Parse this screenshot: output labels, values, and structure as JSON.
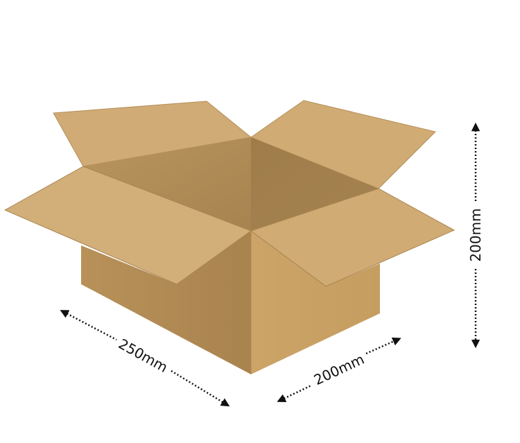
{
  "figure": {
    "subject": "Open corrugated cardboard box with dimension annotations",
    "dimensions": {
      "length": {
        "label": "250mm",
        "axis": "front-left edge"
      },
      "width": {
        "label": "200mm",
        "axis": "front-right edge"
      },
      "height": {
        "label": "200mm",
        "axis": "vertical"
      }
    },
    "colors": {
      "background": "#ffffff",
      "flap_light": "#d2ad78",
      "flap_mid": "#cfa872",
      "inner_dark": "#a8854f",
      "inner_shadow": "#9c7a47",
      "left_face": "#b28b55",
      "right_face": "#c9a064",
      "edge": "#a07c48",
      "annotation": "#111111"
    }
  }
}
